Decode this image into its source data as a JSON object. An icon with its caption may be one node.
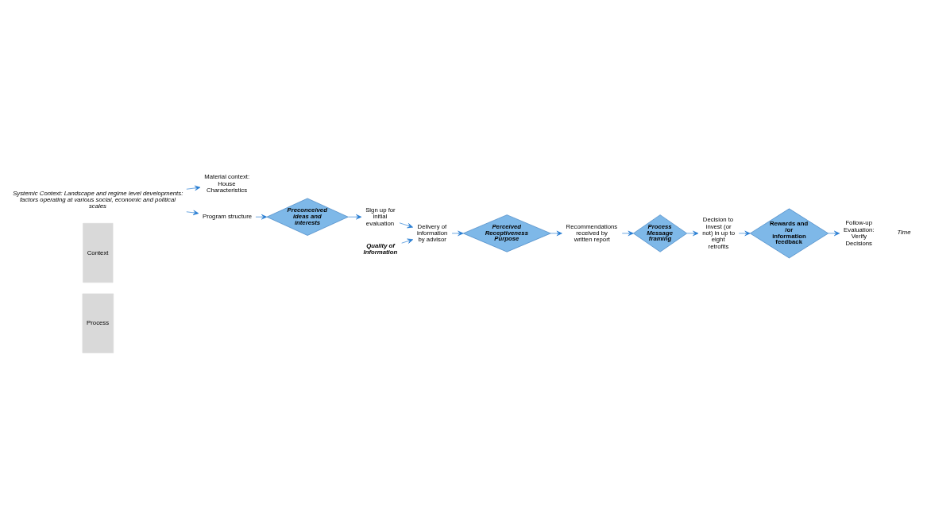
{
  "diagram": {
    "nodes": [
      {
        "text": [
          "Context"
        ]
      },
      {
        "text": [
          "Process"
        ]
      },
      {
        "text": [
          "Systemic Context: Landscape and regime level developments: factors operating at various social, economic and political scales"
        ]
      },
      {
        "text": [
          "Material context: House Characteristics"
        ]
      },
      {
        "text": [
          "Program structure"
        ]
      },
      {
        "text": [
          "Quality of Information"
        ]
      },
      {
        "text": [
          "Preconceived ideas and interests"
        ]
      },
      {
        "text": [
          "Sign up for initial evaluation"
        ]
      },
      {
        "text": [
          "Delivery of information by advisor"
        ]
      },
      {
        "text": [
          "Perceived Receptiveness Purpose"
        ]
      },
      {
        "text": [
          "Recommendations received by written report"
        ]
      },
      {
        "text": [
          "Process Message framing"
        ]
      },
      {
        "text": [
          "Decision to invest (or not) in up to eight retrofits"
        ]
      },
      {
        "text": [
          "Rewards and /or information feedback"
        ]
      },
      {
        "text": [
          "Follow-up Evaluation: Verify Decisions"
        ]
      }
    ],
    "edges": [
      {
        "from": 2,
        "to": 3,
        "arrow": "to"
      },
      {
        "from": 2,
        "to": 4,
        "arrow": "to"
      },
      {
        "from": 4,
        "to": 6,
        "arrow": "to"
      },
      {
        "from": 5,
        "to": 8,
        "arrow": "to"
      },
      {
        "from": 6,
        "to": 7,
        "arrow": "to"
      },
      {
        "from": 7,
        "to": 8,
        "arrow": "to"
      },
      {
        "from": 8,
        "to": 9,
        "arrow": "to"
      },
      {
        "from": 9,
        "to": 10,
        "arrow": "to"
      },
      {
        "from": 10,
        "to": 11,
        "arrow": "to"
      },
      {
        "from": 11,
        "to": 12,
        "arrow": "to"
      },
      {
        "from": 12,
        "to": 13,
        "arrow": "to"
      },
      {
        "from": 13,
        "to": 14,
        "arrow": "to"
      }
    ],
    "labels": [
      "Time"
    ]
  }
}
